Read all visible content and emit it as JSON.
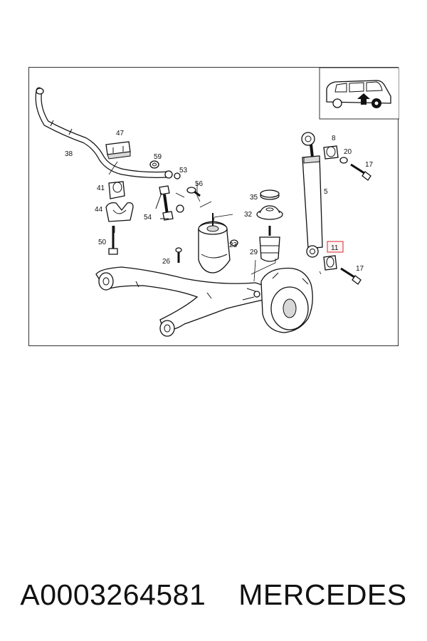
{
  "diagram": {
    "callouts": {
      "c38": "38",
      "c47": "47",
      "c59": "59",
      "c53": "53",
      "c56": "56",
      "c41": "41",
      "c44": "44",
      "c54": "54",
      "c50": "50",
      "c26": "26",
      "c23": "23",
      "c35": "35",
      "c32": "32",
      "c29": "29",
      "c8": "8",
      "c20": "20",
      "c17a": "17",
      "c5": "5",
      "c11": "11",
      "c17b": "17"
    },
    "highlight_color": "#d9252a",
    "icons": [
      "van-location-icon",
      "arrow-up-icon"
    ]
  },
  "caption": {
    "part_number": "A0003264581",
    "brand": "MERCEDES"
  }
}
